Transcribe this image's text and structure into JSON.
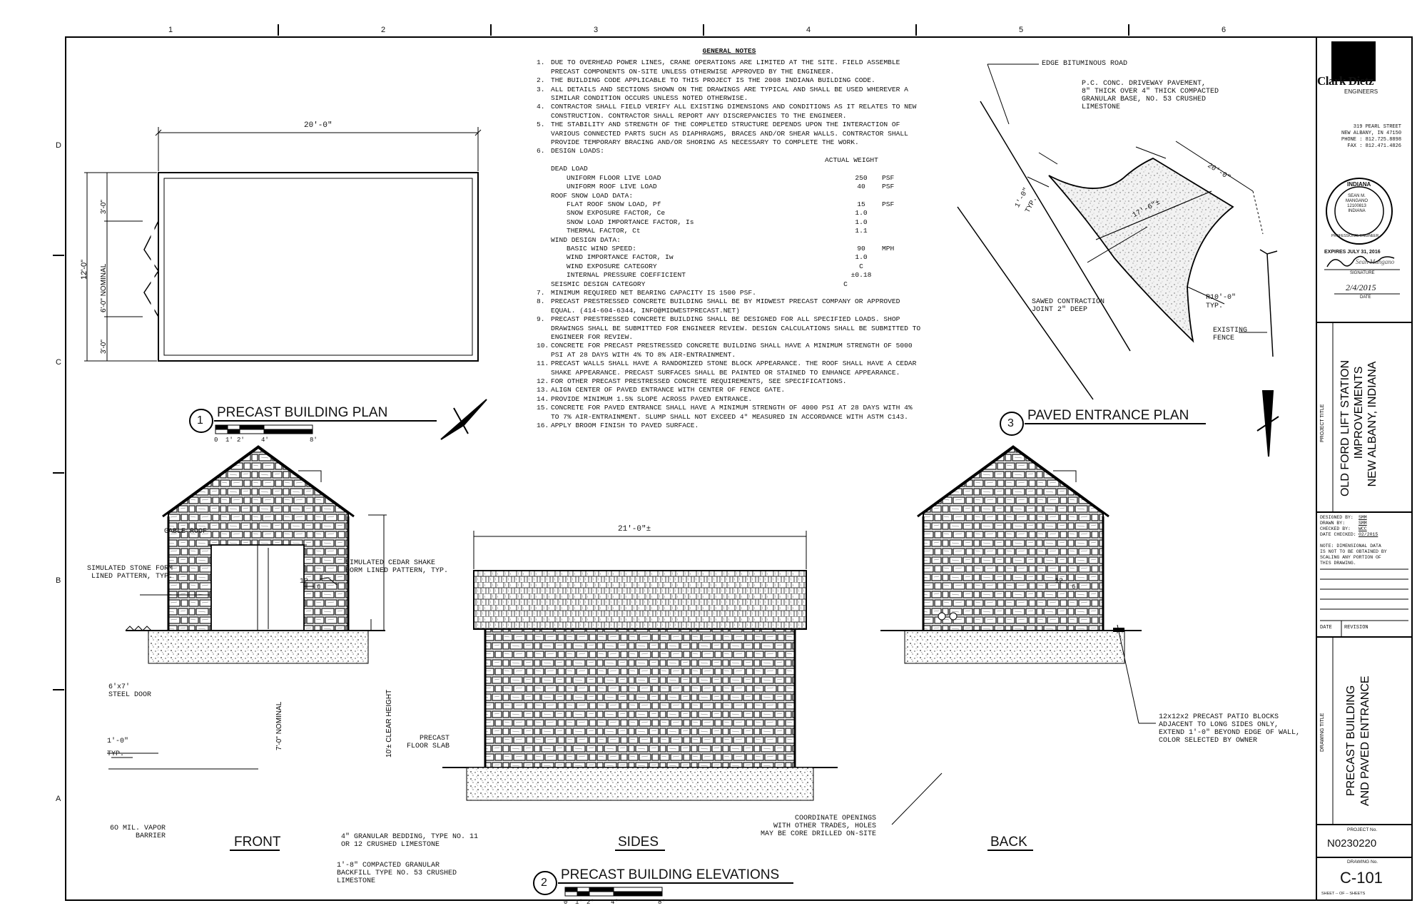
{
  "border": {
    "columns": [
      "1",
      "2",
      "3",
      "4",
      "5",
      "6"
    ],
    "rows": [
      "D",
      "C",
      "B",
      "A"
    ]
  },
  "plan1": {
    "number": "1",
    "title": "PRECAST BUILDING PLAN",
    "dim_width": "20'-0\"",
    "dim_total": "12'-0\"",
    "dim_top": "3'-0\"",
    "dim_mid": "6'-0\" NOMINAL",
    "dim_bottom": "3'-0\"",
    "scale_labels": [
      "0",
      "1'",
      "2'",
      "4'",
      "8'"
    ]
  },
  "general_notes": {
    "heading": "GENERAL NOTES",
    "items": [
      {
        "num": "1.",
        "text": "DUE TO OVERHEAD POWER LINES, CRANE OPERATIONS ARE LIMITED AT THE SITE. FIELD ASSEMBLE PRECAST COMPONENTS ON-SITE UNLESS OTHERWISE APPROVED BY THE ENGINEER."
      },
      {
        "num": "2.",
        "text": "THE BUILDING CODE APPLICABLE TO THIS PROJECT IS THE 2008 INDIANA BUILDING CODE."
      },
      {
        "num": "3.",
        "text": "ALL DETAILS AND SECTIONS SHOWN ON THE DRAWINGS ARE TYPICAL AND SHALL BE USED WHEREVER A SIMILAR CONDITION OCCURS UNLESS NOTED OTHERWISE."
      },
      {
        "num": "4.",
        "text": "CONTRACTOR SHALL FIELD VERIFY ALL EXISTING DIMENSIONS AND CONDITIONS AS IT RELATES TO NEW CONSTRUCTION. CONTRACTOR SHALL REPORT ANY DISCREPANCIES TO THE ENGINEER."
      },
      {
        "num": "5.",
        "text": "THE STABILITY AND STRENGTH OF THE COMPLETED STRUCTURE DEPENDS UPON THE INTERACTION OF VARIOUS CONNECTED PARTS SUCH AS DIAPHRAGMS, BRACES AND/OR SHEAR WALLS. CONTRACTOR SHALL PROVIDE TEMPORARY BRACING AND/OR SHORING AS NECESSARY TO COMPLETE THE WORK."
      },
      {
        "num": "6.",
        "text": "DESIGN LOADS:"
      }
    ],
    "loads_header": "ACTUAL WEIGHT",
    "loads": [
      {
        "label": "DEAD LOAD",
        "value": "",
        "unit": "",
        "indent": 0
      },
      {
        "label": "UNIFORM FLOOR LIVE LOAD",
        "value": "250",
        "unit": "PSF",
        "indent": 1
      },
      {
        "label": "UNIFORM ROOF LIVE LOAD",
        "value": "40",
        "unit": "PSF",
        "indent": 1
      },
      {
        "label": "ROOF SNOW LOAD DATA:",
        "value": "",
        "unit": "",
        "indent": 0
      },
      {
        "label": "FLAT ROOF SNOW LOAD, Pf",
        "value": "15",
        "unit": "PSF",
        "indent": 1
      },
      {
        "label": "SNOW EXPOSURE FACTOR, Ce",
        "value": "1.0",
        "unit": "",
        "indent": 1
      },
      {
        "label": "SNOW LOAD IMPORTANCE FACTOR, Is",
        "value": "1.0",
        "unit": "",
        "indent": 1
      },
      {
        "label": "THERMAL FACTOR, Ct",
        "value": "1.1",
        "unit": "",
        "indent": 1
      },
      {
        "label": "WIND DESIGN DATA:",
        "value": "",
        "unit": "",
        "indent": 0
      },
      {
        "label": "BASIC WIND SPEED:",
        "value": "90",
        "unit": "MPH",
        "indent": 1
      },
      {
        "label": "WIND IMPORTANCE FACTOR, Iw",
        "value": "1.0",
        "unit": "",
        "indent": 1
      },
      {
        "label": "WIND EXPOSURE CATEGORY",
        "value": "C",
        "unit": "",
        "indent": 1
      },
      {
        "label": "INTERNAL PRESSURE COEFFICIENT",
        "value": "±0.18",
        "unit": "",
        "indent": 1
      },
      {
        "label": "SEISMIC DESIGN CATEGORY",
        "value": "C",
        "unit": "",
        "indent": 0
      }
    ],
    "items2": [
      {
        "num": "7.",
        "text": "MINIMUM REQUIRED NET BEARING CAPACITY IS 1500 PSF."
      },
      {
        "num": "8.",
        "text": "PRECAST PRESTRESSED CONCRETE BUILDING SHALL BE BY MIDWEST PRECAST COMPANY OR APPROVED EQUAL. (414-604-6344, INFO@MIDWESTPRECAST.NET)"
      },
      {
        "num": "9.",
        "text": "PRECAST PRESTRESSED CONCRETE BUILDING SHALL BE DESIGNED FOR ALL SPECIFIED LOADS. SHOP DRAWINGS SHALL BE SUBMITTED FOR ENGINEER REVIEW. DESIGN CALCULATIONS SHALL BE SUBMITTED TO ENGINEER FOR REVIEW."
      },
      {
        "num": "10.",
        "text": "CONCRETE FOR PRECAST PRESTRESSED CONCRETE BUILDING SHALL HAVE A MINIMUM STRENGTH OF 5000 PSI AT 28 DAYS WITH 4% TO 8% AIR-ENTRAINMENT."
      },
      {
        "num": "11.",
        "text": "PRECAST WALLS SHALL HAVE A RANDOMIZED STONE BLOCK APPEARANCE. THE ROOF SHALL HAVE A CEDAR SHAKE APPEARANCE. PRECAST SURFACES SHALL BE PAINTED OR STAINED TO ENHANCE APPEARANCE."
      },
      {
        "num": "12.",
        "text": "FOR OTHER PRECAST PRESTRESSED CONCRETE REQUIREMENTS, SEE SPECIFICATIONS."
      },
      {
        "num": "13.",
        "text": "ALIGN CENTER OF PAVED ENTRANCE WITH CENTER OF FENCE GATE."
      },
      {
        "num": "14.",
        "text": "PROVIDE MINIMUM 1.5% SLOPE ACROSS PAVED ENTRANCE."
      },
      {
        "num": "15.",
        "text": "CONCRETE FOR PAVED ENTRANCE SHALL HAVE A MINIMUM STRENGTH OF 4000 PSI AT 28 DAYS WITH 4% TO 7% AIR-ENTRAINMENT. SLUMP SHALL NOT EXCEED 4\" MEASURED IN ACCORDANCE WITH ASTM C143."
      },
      {
        "num": "16.",
        "text": "APPLY BROOM FINISH TO PAVED SURFACE."
      }
    ]
  },
  "plan3": {
    "number": "3",
    "title": "PAVED ENTRANCE PLAN",
    "edge_road": "EDGE BITUMINOUS ROAD",
    "pavement_note": [
      "P.C. CONC. DRIVEWAY PAVEMENT,",
      "8\" THICK OVER 4\" THICK COMPACTED",
      "GRANULAR BASE, NO. 53 CRUSHED",
      "LIMESTONE"
    ],
    "dim_20": "20'-0\"",
    "dim_17": "17'-6\"±",
    "dim_1": "1'-0\"",
    "typ": "TYP.",
    "sawed": [
      "SAWED CONTRACTION",
      "JOINT 2\" DEEP"
    ],
    "radius": "R10'-0\"",
    "radius_typ": "TYP.",
    "fence": [
      "EXISTING",
      "FENCE"
    ]
  },
  "elevations": {
    "number": "2",
    "title": "PRECAST BUILDING ELEVATIONS",
    "front": "FRONT",
    "sides": "SIDES",
    "back": "BACK",
    "gable_roof": "GABLE ROOF",
    "stone_form": [
      "SIMULATED STONE FORM",
      "LINED PATTERN, TYP."
    ],
    "slope_rise": "12",
    "slope_run": "6",
    "door": [
      "6'x7'",
      "STEEL DOOR"
    ],
    "one_ft": "1'-0\"",
    "typ": "TYP.",
    "door_height": "7'-0\" NOMINAL",
    "clear_height": "10'± CLEAR HEIGHT",
    "vapor": [
      "6O MIL. VAPOR",
      "BARRIER"
    ],
    "bedding": [
      "4\" GRANULAR BEDDING, TYPE NO. 11",
      "OR 12 CRUSHED LIMESTONE"
    ],
    "backfill": [
      "1'-8\" COMPACTED GRANULAR",
      "BACKFILL TYPE NO. 53 CRUSHED",
      "LIMESTONE"
    ],
    "cedar": [
      "SIMULATED CEDAR SHAKE",
      "FORM LINED PATTERN, TYP."
    ],
    "side_width": "21'-0\"±",
    "slab": [
      "PRECAST",
      "FLOOR SLAB"
    ],
    "openings": [
      "COORDINATE OPENINGS",
      "WITH OTHER TRADES, HOLES",
      "MAY BE CORE DRILLED ON-SITE"
    ],
    "patio": [
      "12x12x2 PRECAST PATIO BLOCKS",
      "ADJACENT TO LONG SIDES ONLY,",
      "EXTEND 1'-0\" BEYOND EDGE OF WALL,",
      "COLOR SELECTED BY OWNER"
    ],
    "scale_labels": [
      "0",
      "1'",
      "2'",
      "4'",
      "8'"
    ]
  },
  "title_block": {
    "firm": "Clark Dietz",
    "firm_sub": "ENGINEERS",
    "address": [
      "319 PEARL STREET",
      "NEW ALBANY, IN 47150",
      "PHONE : 812.725.8898",
      "FAX : 812.471.4826"
    ],
    "seal_top": "INDIANA",
    "seal_lines": [
      "SEAN M.",
      "MANGANO",
      "12100813",
      "INDIANA"
    ],
    "seal_ring": "PROFESSIONAL ENGINEER",
    "expires": "EXPIRES JULY 31, 2016",
    "signature": "Sean Mangano",
    "signature_label": "SIGNATURE",
    "date_value": "2/4/2015",
    "date_label": "DATE",
    "project_title_label": "PROJECT TITLE",
    "project_title": [
      "OLD FORD LIFT STATION",
      "IMPROVEMENTS",
      "NEW ALBANY, INDIANA"
    ],
    "designed": {
      "label": "DESIGNED BY:",
      "value": "SMM"
    },
    "drawn": {
      "label": "DRAWN BY:",
      "value": "SMM"
    },
    "checked": {
      "label": "CHECKED BY:",
      "value": "WCC"
    },
    "date_checked": {
      "label": "DATE CHECKED:",
      "value": "02/2015"
    },
    "note": [
      "NOTE: DIMENSIONAL DATA",
      "IS NOT TO BE OBTAINED BY",
      "SCALING ANY PORTION OF",
      "THIS DRAWING."
    ],
    "rev_date": "DATE",
    "rev_label": "REVISION",
    "drawing_title_label": "DRAWING TITLE",
    "drawing_title": [
      "PRECAST BUILDING",
      "AND PAVED ENTRANCE"
    ],
    "project_no_label": "PROJECT No.",
    "project_no": "N0230220",
    "drawing_no_label": "DRAWING No.",
    "drawing_no": "C-101",
    "sheet": "SHEET -- OF -- SHEETS"
  }
}
